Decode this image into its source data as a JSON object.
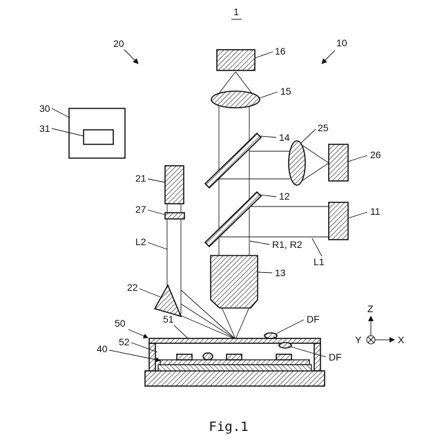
{
  "figure": {
    "title_number": "1",
    "caption": "Fig.1"
  },
  "labels": {
    "system_10": "10",
    "system_20": "20",
    "computer": "30",
    "display": "31",
    "unit_16": "16",
    "lens_15": "15",
    "mirror_14": "14",
    "lens_25": "25",
    "camera_26": "26",
    "mirror_12": "12",
    "light_source_11": "11",
    "objective_13": "13",
    "beam_r": "R1, R2",
    "beam_l1": "L1",
    "camera_21": "21",
    "filter_27": "27",
    "beam_l2": "L2",
    "prism_22": "22",
    "stage_50": "50",
    "cover_51": "51",
    "layer_52": "52",
    "sample_40": "40",
    "defect_top": "DF",
    "defect_bottom": "DF"
  },
  "axes": {
    "z": "Z",
    "y": "Y",
    "x": "X"
  }
}
